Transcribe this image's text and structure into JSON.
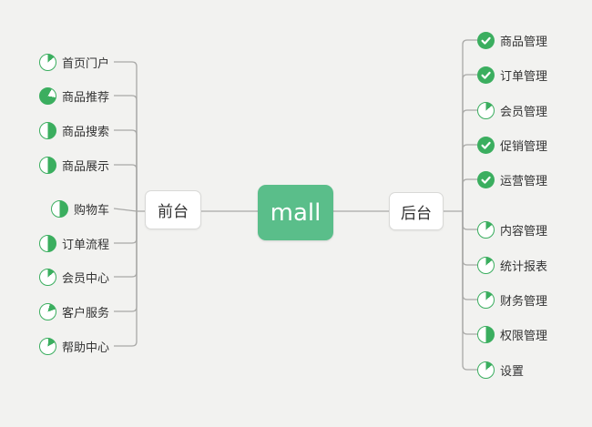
{
  "app": {
    "background": "#f2f2f0",
    "type": "mindmap"
  },
  "colors": {
    "green": "#3bae5f",
    "node_green": "#5abe8a",
    "node_bg": "#ffffff",
    "node_border": "#d9d9d7",
    "connector": "#a9a9a7",
    "text": "#333333",
    "root_text": "#ffffff"
  },
  "root": {
    "label": "mall"
  },
  "branches": [
    {
      "label": "前台",
      "side": "left",
      "items": [
        {
          "label": "首页门户",
          "status": "in-progress",
          "percent": 14,
          "icon": {
            "kind": "pie",
            "from": 0,
            "sweep": 50
          }
        },
        {
          "label": "商品推荐",
          "status": "in-progress",
          "percent": 80,
          "icon": {
            "kind": "pie",
            "from": 100,
            "sweep": 290
          }
        },
        {
          "label": "商品搜索",
          "status": "in-progress",
          "percent": 50,
          "icon": {
            "kind": "pie",
            "from": 0,
            "sweep": 180
          }
        },
        {
          "label": "商品展示",
          "status": "in-progress",
          "percent": 50,
          "icon": {
            "kind": "pie",
            "from": 0,
            "sweep": 180
          }
        },
        {
          "label": "购物车",
          "status": "in-progress",
          "percent": 50,
          "icon": {
            "kind": "pie",
            "from": 0,
            "sweep": 180
          }
        },
        {
          "label": "订单流程",
          "status": "in-progress",
          "percent": 50,
          "icon": {
            "kind": "pie",
            "from": 0,
            "sweep": 180
          }
        },
        {
          "label": "会员中心",
          "status": "in-progress",
          "percent": 14,
          "icon": {
            "kind": "pie",
            "from": 0,
            "sweep": 50
          }
        },
        {
          "label": "客户服务",
          "status": "in-progress",
          "percent": 14,
          "icon": {
            "kind": "pie",
            "from": 15,
            "sweep": 55
          }
        },
        {
          "label": "帮助中心",
          "status": "in-progress",
          "percent": 14,
          "icon": {
            "kind": "pie",
            "from": 5,
            "sweep": 55
          }
        }
      ]
    },
    {
      "label": "后台",
      "side": "right",
      "items": [
        {
          "label": "商品管理",
          "status": "done",
          "percent": 100,
          "icon": {
            "kind": "check"
          }
        },
        {
          "label": "订单管理",
          "status": "done",
          "percent": 100,
          "icon": {
            "kind": "check"
          }
        },
        {
          "label": "会员管理",
          "status": "in-progress",
          "percent": 14,
          "icon": {
            "kind": "pie",
            "from": 0,
            "sweep": 50
          }
        },
        {
          "label": "促销管理",
          "status": "done",
          "percent": 100,
          "icon": {
            "kind": "check"
          }
        },
        {
          "label": "运营管理",
          "status": "done",
          "percent": 100,
          "icon": {
            "kind": "check"
          }
        },
        {
          "label": "内容管理",
          "status": "in-progress",
          "percent": 14,
          "icon": {
            "kind": "pie",
            "from": 0,
            "sweep": 50
          }
        },
        {
          "label": "统计报表",
          "status": "in-progress",
          "percent": 14,
          "icon": {
            "kind": "pie",
            "from": 0,
            "sweep": 50
          }
        },
        {
          "label": "财务管理",
          "status": "in-progress",
          "percent": 14,
          "icon": {
            "kind": "pie",
            "from": 0,
            "sweep": 50
          }
        },
        {
          "label": "权限管理",
          "status": "in-progress",
          "percent": 50,
          "icon": {
            "kind": "pie",
            "from": 0,
            "sweep": 180
          }
        },
        {
          "label": "设置",
          "status": "in-progress",
          "percent": 14,
          "icon": {
            "kind": "pie",
            "from": 0,
            "sweep": 50
          }
        }
      ]
    }
  ]
}
